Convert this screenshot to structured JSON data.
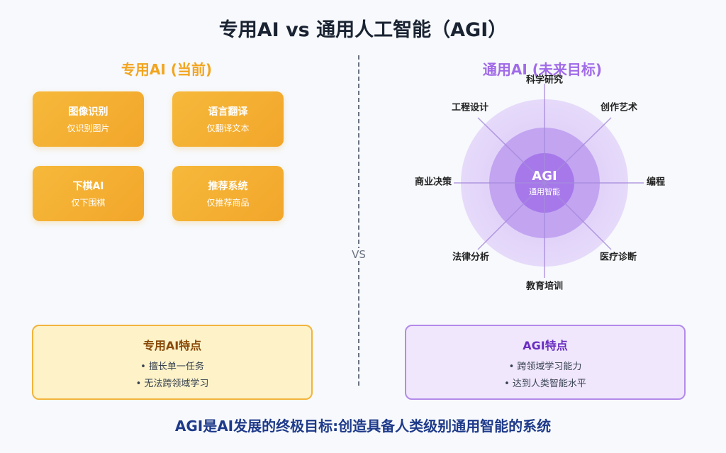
{
  "title": "专用AI vs 通用人工智能（AGI）",
  "narrow": {
    "heading": "专用AI (当前)",
    "cards": [
      {
        "title": "图像识别",
        "sub": "仅识别图片"
      },
      {
        "title": "语言翻译",
        "sub": "仅翻译文本"
      },
      {
        "title": "下棋AI",
        "sub": "仅下围棋"
      },
      {
        "title": "推荐系统",
        "sub": "仅推荐商品"
      }
    ],
    "features": {
      "title": "专用AI特点",
      "items": [
        "• 擅长单一任务",
        "• 无法跨领域学习"
      ]
    }
  },
  "vs": "VS",
  "general": {
    "heading": "通用AI (未来目标)",
    "center_title": "AGI",
    "center_sub": "通用智能",
    "spokes": [
      "科学研究",
      "创作艺术",
      "编程",
      "医疗诊断",
      "教育培训",
      "法律分析",
      "商业决策",
      "工程设计"
    ],
    "features": {
      "title": "AGI特点",
      "items": [
        "• 跨领域学习能力",
        "• 达到人类智能水平"
      ]
    }
  },
  "conclusion": "AGI是AI发展的终极目标:创造具备人类级别通用智能的系统",
  "colors": {
    "narrow_accent": "#f2a51f",
    "general_accent": "#a16be8",
    "conclusion": "#1e3a8a"
  }
}
